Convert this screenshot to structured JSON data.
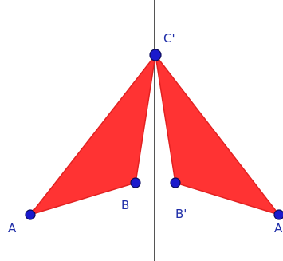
{
  "colors": {
    "triangle_fill": "#ff3333",
    "triangle_stroke": "#e12121",
    "point_fill": "#1a1acc",
    "label": "#1f2ea8",
    "axis": "#555555"
  },
  "points": {
    "A": "A",
    "B": "B",
    "C_prime": "C'",
    "A_prime": "A'",
    "B_prime": "B'"
  }
}
